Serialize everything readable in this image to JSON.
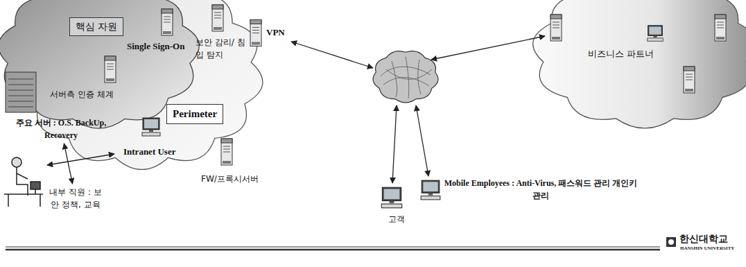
{
  "diagram": {
    "nodes": [
      {
        "text": [
          "Perimeter"
        ]
      },
      {
        "text": [
          "핵심 자원"
        ],
        "in": 0
      },
      {
        "text": [
          "Single Sign-On"
        ],
        "in": 1
      },
      {
        "text": [
          "서버측 인증 체계"
        ],
        "in": 1
      },
      {
        "text": [
          "보안 감리/ 침입 탐지"
        ],
        "in": 0
      },
      {
        "text": [
          "VPN"
        ]
      },
      {
        "text": [
          "Intranet User"
        ],
        "in": 0
      },
      {
        "text": [
          "FW/프록시서버"
        ]
      },
      {
        "text": [
          "주요 서버 : O.S. BackUp, Recovery"
        ]
      },
      {
        "text": [
          "내부 직원 : 보안 정책, 교육"
        ]
      },
      {
        "text": [
          "비즈니스 파트너"
        ]
      },
      {
        "text": [
          "고객"
        ]
      },
      {
        "text": [
          "Mobile Employees : Anti-Virus, 패스워드 관리 개인키 관리"
        ]
      }
    ],
    "edges": [
      {
        "from": 9,
        "to": 8,
        "arrow": "both"
      }
    ],
    "labels": [
      "한신대학교",
      "HANSHIN UNIVERSITY"
    ]
  }
}
